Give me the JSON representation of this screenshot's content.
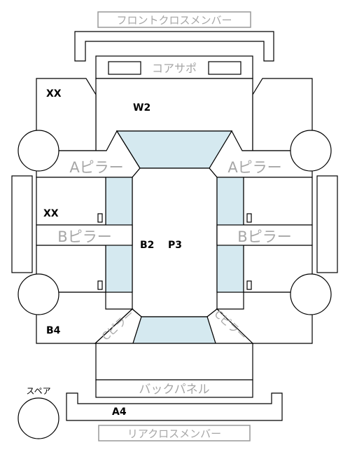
{
  "labels": {
    "front_cross_member": "フロントクロスメンバー",
    "core_support": "コアサポ",
    "a_pillar_left": "Aピラー",
    "a_pillar_right": "Aピラー",
    "b_pillar_left": "Bピラー",
    "b_pillar_right": "Bピラー",
    "c_pillar_left": "Cピラー",
    "c_pillar_right": "Cピラー",
    "back_panel": "バックパネル",
    "rear_cross_member": "リアクロスメンバー",
    "spare": "スペア"
  },
  "marks": {
    "front_left_fender": "XX",
    "hood": "W2",
    "left_front_door": "XX",
    "roof_left": "B2",
    "roof_right": "P3",
    "left_rear_quarter": "B4",
    "rear_bumper": "A4"
  },
  "colors": {
    "glass": "#d5e9f0",
    "line": "#000000",
    "gray_text": "#a6a6a6",
    "gray_box": "#999999"
  }
}
